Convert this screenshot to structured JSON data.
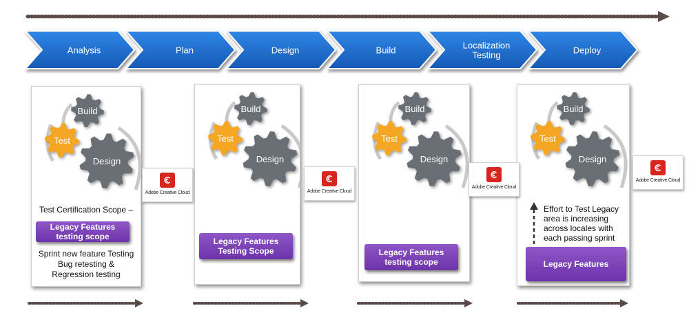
{
  "phases": [
    "Analysis",
    "Plan",
    "Design",
    "Build",
    "Localization\nTesting",
    "Deploy"
  ],
  "gear_labels": {
    "build": "Build",
    "test": "Test",
    "design": "Design"
  },
  "logo_text": "Adobe Creative Cloud",
  "panel1": {
    "scope_title": "Test Certification Scope  –",
    "pill": "Legacy Features\ntesting scope",
    "footer": [
      "Sprint new feature Testing",
      "Bug retesting &",
      "Regression testing"
    ]
  },
  "panel2": {
    "pill": "Legacy Features\nTesting Scope"
  },
  "panel3": {
    "pill": "Legacy Features\ntesting scope"
  },
  "panel4": {
    "effort": [
      "Effort to Test Legacy",
      "area is increasing",
      "across locales with",
      "each passing sprint"
    ],
    "pill": "Legacy Features"
  },
  "colors": {
    "chevron": "#1a6fd0",
    "test_gear": "#f5a623",
    "gear": "#6b6e74",
    "pill": "#7a3fb8",
    "logo": "#d7261e"
  }
}
